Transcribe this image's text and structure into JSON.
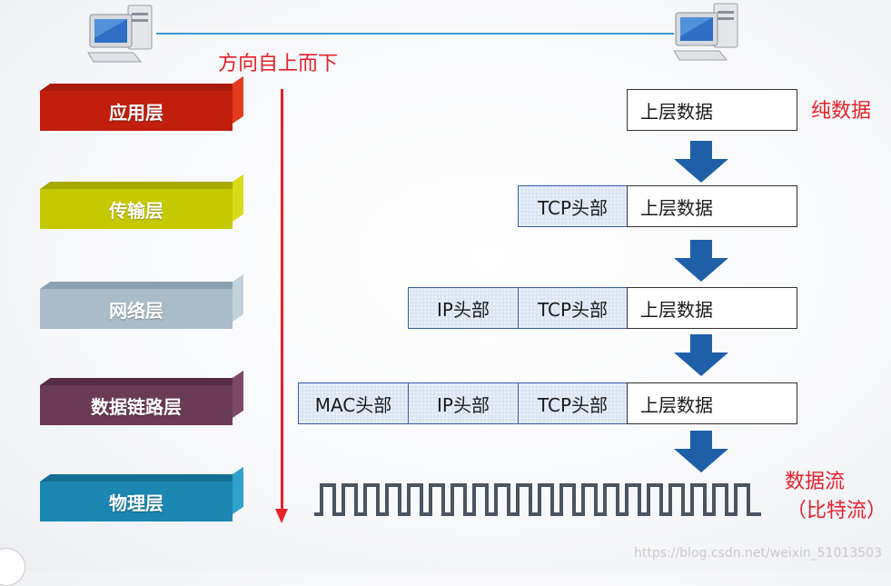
{
  "direction_label": "方向自上而下",
  "layers": [
    {
      "label": "应用层",
      "front": "#c21e0e",
      "top": "#a81a0c",
      "side": "#e33a1c"
    },
    {
      "label": "传输层",
      "front": "#c6c800",
      "top": "#a7a900",
      "side": "#d9db1a"
    },
    {
      "label": "网络层",
      "front": "#a9bcc7",
      "top": "#8ca2b0",
      "side": "#c3d2da"
    },
    {
      "label": "数据链路层",
      "front": "#6b3a55",
      "top": "#562d44",
      "side": "#7d4865"
    },
    {
      "label": "物理层",
      "front": "#1b87b0",
      "top": "#156f92",
      "side": "#2ea2cc"
    }
  ],
  "blocks": {
    "data": "上层数据",
    "tcp": "TCP头部",
    "ip": "IP头部",
    "mac": "MAC头部"
  },
  "annotations": {
    "pure_data": "纯数据",
    "data_stream": "数据流",
    "bit_stream": "（比特流）"
  },
  "colors": {
    "accent_red": "#e8202a",
    "arrow_blue": "#1f5fa8",
    "link_blue": "#3a9bd0",
    "signal": "#4a5560"
  },
  "icons": [
    "computer-icon",
    "computer-icon"
  ],
  "watermark": "https://blog.csdn.net/weixin_51013503"
}
